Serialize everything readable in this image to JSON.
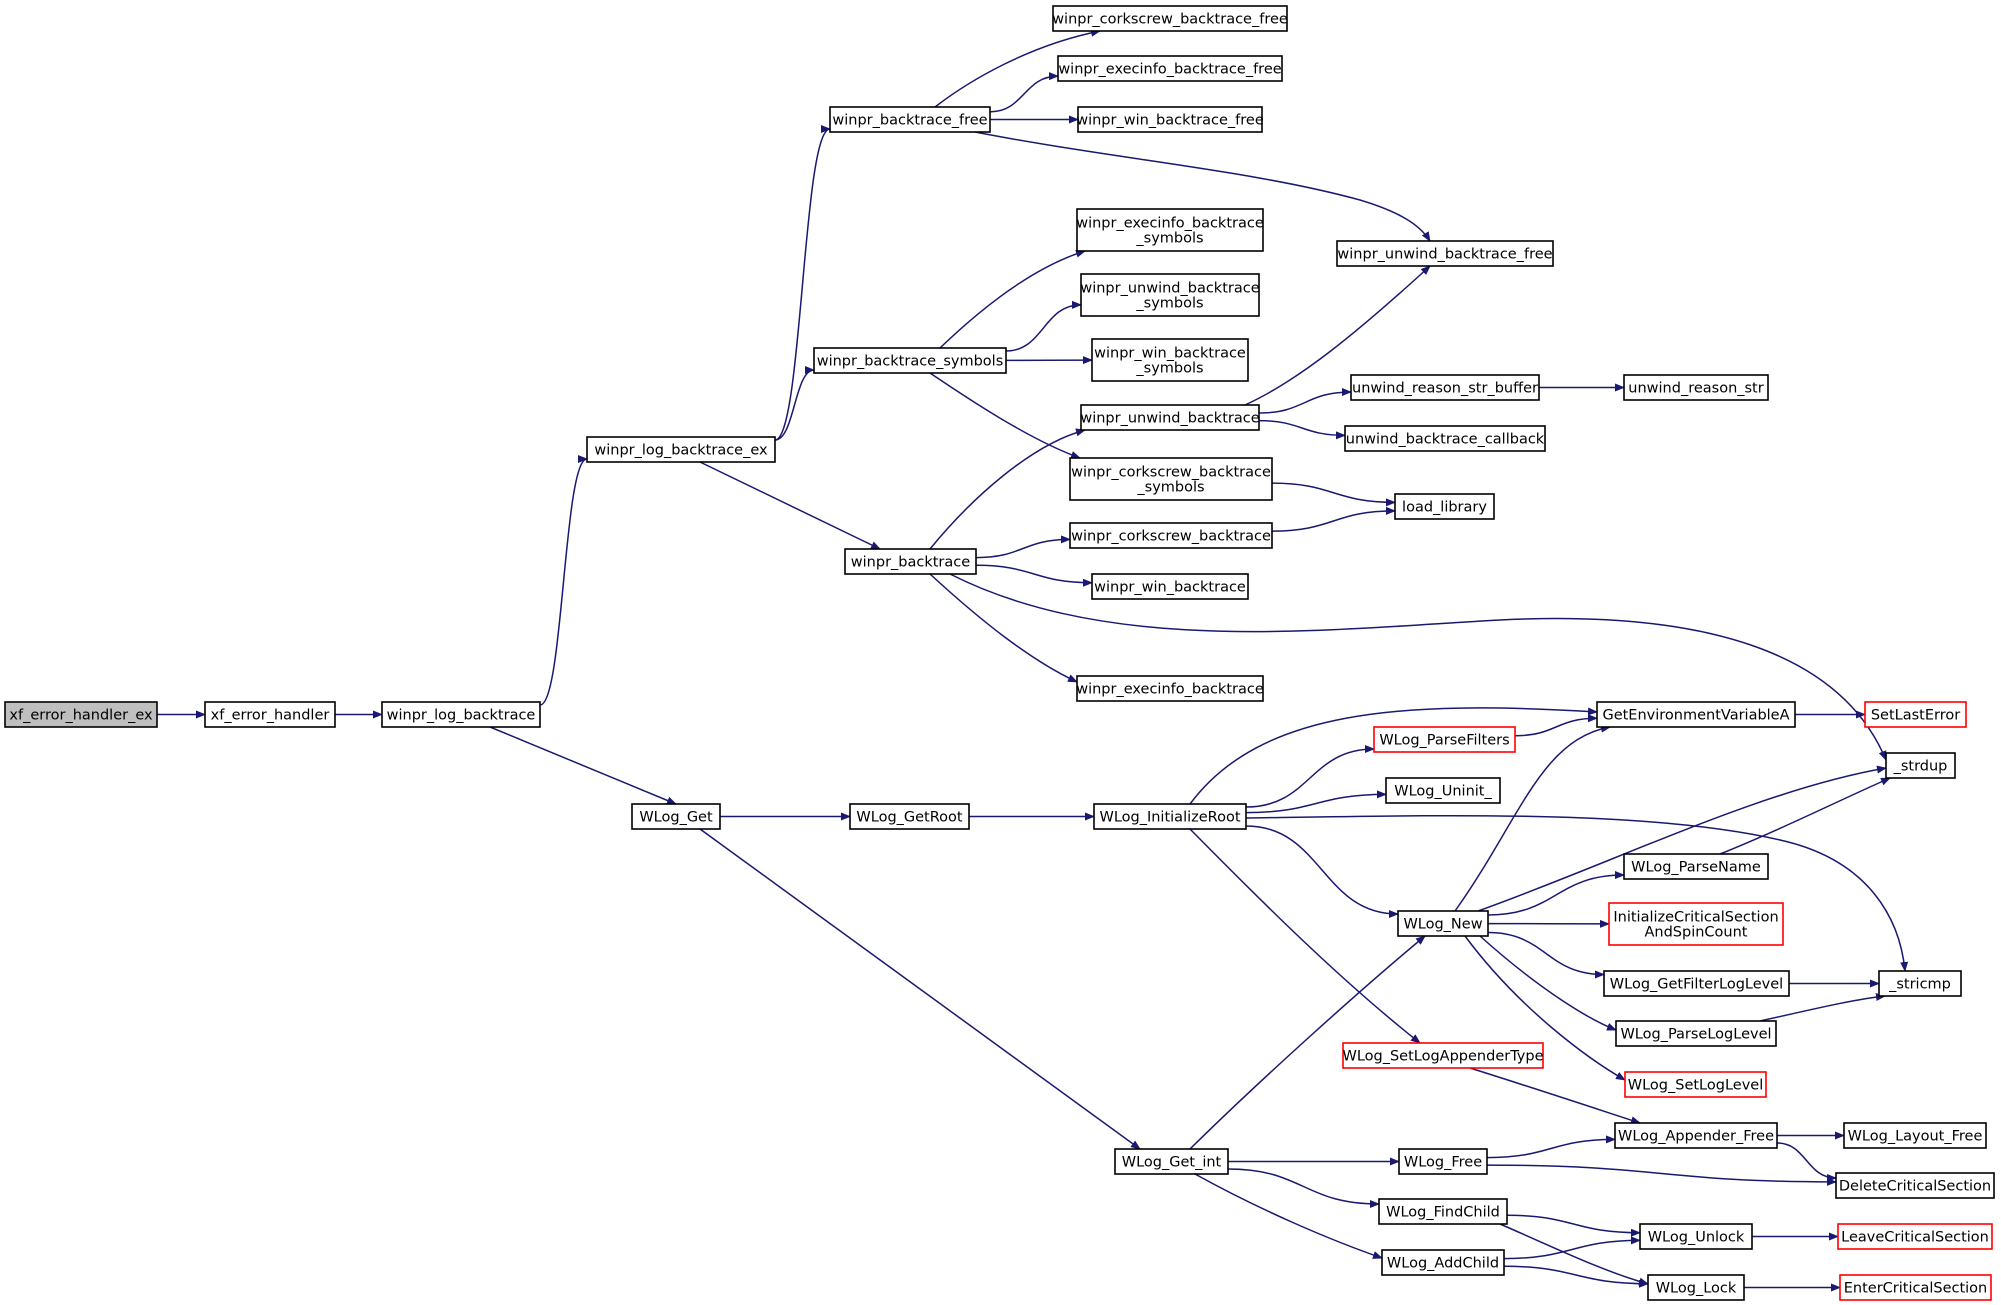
{
  "colors": {
    "edge": "#191970",
    "node_border": "#000000",
    "node_border_highlight": "#ff0000",
    "node_fill": "#ffffff",
    "root_fill": "#bfbfbf",
    "text": "#000000"
  },
  "nodes": {
    "xf_error_handler_ex": {
      "lines": [
        "xf_error_handler_ex"
      ],
      "style": "root"
    },
    "xf_error_handler": {
      "lines": [
        "xf_error_handler"
      ],
      "style": "normal"
    },
    "winpr_log_backtrace": {
      "lines": [
        "winpr_log_backtrace"
      ],
      "style": "normal"
    },
    "winpr_log_backtrace_ex": {
      "lines": [
        "winpr_log_backtrace_ex"
      ],
      "style": "normal"
    },
    "WLog_Get": {
      "lines": [
        "WLog_Get"
      ],
      "style": "normal"
    },
    "winpr_backtrace_free": {
      "lines": [
        "winpr_backtrace_free"
      ],
      "style": "normal"
    },
    "winpr_backtrace_symbols": {
      "lines": [
        "winpr_backtrace_symbols"
      ],
      "style": "normal"
    },
    "winpr_backtrace": {
      "lines": [
        "winpr_backtrace"
      ],
      "style": "normal"
    },
    "winpr_corkscrew_backtrace_free": {
      "lines": [
        "winpr_corkscrew_backtrace_free"
      ],
      "style": "normal"
    },
    "winpr_execinfo_backtrace_free": {
      "lines": [
        "winpr_execinfo_backtrace_free"
      ],
      "style": "normal"
    },
    "winpr_win_backtrace_free": {
      "lines": [
        "winpr_win_backtrace_free"
      ],
      "style": "normal"
    },
    "winpr_unwind_backtrace_free": {
      "lines": [
        "winpr_unwind_backtrace_free"
      ],
      "style": "normal"
    },
    "winpr_execinfo_backtrace_symbols": {
      "lines": [
        "winpr_execinfo_backtrace",
        "_symbols"
      ],
      "style": "normal"
    },
    "winpr_unwind_backtrace_symbols": {
      "lines": [
        "winpr_unwind_backtrace",
        "_symbols"
      ],
      "style": "normal"
    },
    "winpr_win_backtrace_symbols": {
      "lines": [
        "winpr_win_backtrace",
        "_symbols"
      ],
      "style": "normal"
    },
    "winpr_corkscrew_backtrace_symbols": {
      "lines": [
        "winpr_corkscrew_backtrace",
        "_symbols"
      ],
      "style": "normal"
    },
    "winpr_unwind_backtrace": {
      "lines": [
        "winpr_unwind_backtrace"
      ],
      "style": "normal"
    },
    "winpr_corkscrew_backtrace": {
      "lines": [
        "winpr_corkscrew_backtrace"
      ],
      "style": "normal"
    },
    "winpr_win_backtrace": {
      "lines": [
        "winpr_win_backtrace"
      ],
      "style": "normal"
    },
    "winpr_execinfo_backtrace": {
      "lines": [
        "winpr_execinfo_backtrace"
      ],
      "style": "normal"
    },
    "unwind_reason_str_buffer": {
      "lines": [
        "unwind_reason_str_buffer"
      ],
      "style": "normal"
    },
    "unwind_reason_str": {
      "lines": [
        "unwind_reason_str"
      ],
      "style": "normal"
    },
    "unwind_backtrace_callback": {
      "lines": [
        "unwind_backtrace_callback"
      ],
      "style": "normal"
    },
    "load_library": {
      "lines": [
        "load_library"
      ],
      "style": "normal"
    },
    "_strdup": {
      "lines": [
        "_strdup"
      ],
      "style": "normal"
    },
    "WLog_GetRoot": {
      "lines": [
        "WLog_GetRoot"
      ],
      "style": "normal"
    },
    "WLog_Get_int": {
      "lines": [
        "WLog_Get_int"
      ],
      "style": "normal"
    },
    "WLog_InitializeRoot": {
      "lines": [
        "WLog_InitializeRoot"
      ],
      "style": "normal"
    },
    "GetEnvironmentVariableA": {
      "lines": [
        "GetEnvironmentVariableA"
      ],
      "style": "normal"
    },
    "WLog_ParseFilters": {
      "lines": [
        "WLog_ParseFilters"
      ],
      "style": "highlight"
    },
    "WLog_Uninit_": {
      "lines": [
        "WLog_Uninit_"
      ],
      "style": "normal"
    },
    "WLog_New": {
      "lines": [
        "WLog_New"
      ],
      "style": "normal"
    },
    "WLog_SetLogAppenderType": {
      "lines": [
        "WLog_SetLogAppenderType"
      ],
      "style": "highlight"
    },
    "_stricmp": {
      "lines": [
        "_stricmp"
      ],
      "style": "normal"
    },
    "SetLastError": {
      "lines": [
        "SetLastError"
      ],
      "style": "highlight"
    },
    "WLog_ParseName": {
      "lines": [
        "WLog_ParseName"
      ],
      "style": "normal"
    },
    "InitializeCriticalSectionAndSpinCount": {
      "lines": [
        "InitializeCriticalSection",
        "AndSpinCount"
      ],
      "style": "highlight"
    },
    "WLog_GetFilterLogLevel": {
      "lines": [
        "WLog_GetFilterLogLevel"
      ],
      "style": "normal"
    },
    "WLog_ParseLogLevel": {
      "lines": [
        "WLog_ParseLogLevel"
      ],
      "style": "normal"
    },
    "WLog_SetLogLevel": {
      "lines": [
        "WLog_SetLogLevel"
      ],
      "style": "highlight"
    },
    "WLog_Free": {
      "lines": [
        "WLog_Free"
      ],
      "style": "normal"
    },
    "WLog_FindChild": {
      "lines": [
        "WLog_FindChild"
      ],
      "style": "normal"
    },
    "WLog_AddChild": {
      "lines": [
        "WLog_AddChild"
      ],
      "style": "normal"
    },
    "WLog_Appender_Free": {
      "lines": [
        "WLog_Appender_Free"
      ],
      "style": "normal"
    },
    "WLog_Layout_Free": {
      "lines": [
        "WLog_Layout_Free"
      ],
      "style": "normal"
    },
    "DeleteCriticalSection": {
      "lines": [
        "DeleteCriticalSection"
      ],
      "style": "normal"
    },
    "WLog_Unlock": {
      "lines": [
        "WLog_Unlock"
      ],
      "style": "normal"
    },
    "WLog_Lock": {
      "lines": [
        "WLog_Lock"
      ],
      "style": "normal"
    },
    "LeaveCriticalSection": {
      "lines": [
        "LeaveCriticalSection"
      ],
      "style": "highlight"
    },
    "EnterCriticalSection": {
      "lines": [
        "EnterCriticalSection"
      ],
      "style": "highlight"
    }
  },
  "edges": [
    [
      "xf_error_handler_ex",
      "xf_error_handler"
    ],
    [
      "xf_error_handler",
      "winpr_log_backtrace"
    ],
    [
      "winpr_log_backtrace",
      "winpr_log_backtrace_ex"
    ],
    [
      "winpr_log_backtrace",
      "WLog_Get"
    ],
    [
      "winpr_log_backtrace_ex",
      "winpr_backtrace_free"
    ],
    [
      "winpr_log_backtrace_ex",
      "winpr_backtrace_symbols"
    ],
    [
      "winpr_log_backtrace_ex",
      "winpr_backtrace"
    ],
    [
      "winpr_backtrace_free",
      "winpr_corkscrew_backtrace_free"
    ],
    [
      "winpr_backtrace_free",
      "winpr_execinfo_backtrace_free"
    ],
    [
      "winpr_backtrace_free",
      "winpr_win_backtrace_free"
    ],
    [
      "winpr_backtrace_free",
      "winpr_unwind_backtrace_free"
    ],
    [
      "winpr_backtrace_symbols",
      "winpr_execinfo_backtrace_symbols"
    ],
    [
      "winpr_backtrace_symbols",
      "winpr_unwind_backtrace_symbols"
    ],
    [
      "winpr_backtrace_symbols",
      "winpr_win_backtrace_symbols"
    ],
    [
      "winpr_backtrace_symbols",
      "winpr_corkscrew_backtrace_symbols"
    ],
    [
      "winpr_backtrace",
      "winpr_unwind_backtrace"
    ],
    [
      "winpr_backtrace",
      "winpr_corkscrew_backtrace"
    ],
    [
      "winpr_backtrace",
      "winpr_win_backtrace"
    ],
    [
      "winpr_backtrace",
      "winpr_execinfo_backtrace"
    ],
    [
      "winpr_backtrace",
      "_strdup"
    ],
    [
      "winpr_unwind_backtrace",
      "winpr_unwind_backtrace_free"
    ],
    [
      "winpr_unwind_backtrace",
      "unwind_reason_str_buffer"
    ],
    [
      "winpr_unwind_backtrace",
      "unwind_backtrace_callback"
    ],
    [
      "unwind_reason_str_buffer",
      "unwind_reason_str"
    ],
    [
      "winpr_corkscrew_backtrace_symbols",
      "load_library"
    ],
    [
      "winpr_corkscrew_backtrace",
      "load_library"
    ],
    [
      "WLog_Get",
      "WLog_GetRoot"
    ],
    [
      "WLog_Get",
      "WLog_Get_int"
    ],
    [
      "WLog_GetRoot",
      "WLog_InitializeRoot"
    ],
    [
      "WLog_InitializeRoot",
      "GetEnvironmentVariableA"
    ],
    [
      "WLog_InitializeRoot",
      "WLog_ParseFilters"
    ],
    [
      "WLog_InitializeRoot",
      "WLog_Uninit_"
    ],
    [
      "WLog_InitializeRoot",
      "WLog_New"
    ],
    [
      "WLog_InitializeRoot",
      "WLog_SetLogAppenderType"
    ],
    [
      "WLog_InitializeRoot",
      "_stricmp"
    ],
    [
      "WLog_ParseFilters",
      "GetEnvironmentVariableA"
    ],
    [
      "GetEnvironmentVariableA",
      "SetLastError"
    ],
    [
      "WLog_New",
      "GetEnvironmentVariableA"
    ],
    [
      "WLog_New",
      "_strdup"
    ],
    [
      "WLog_New",
      "WLog_ParseName"
    ],
    [
      "WLog_New",
      "InitializeCriticalSectionAndSpinCount"
    ],
    [
      "WLog_New",
      "WLog_GetFilterLogLevel"
    ],
    [
      "WLog_New",
      "WLog_ParseLogLevel"
    ],
    [
      "WLog_New",
      "WLog_SetLogLevel"
    ],
    [
      "WLog_ParseName",
      "_strdup"
    ],
    [
      "WLog_GetFilterLogLevel",
      "_stricmp"
    ],
    [
      "WLog_ParseLogLevel",
      "_stricmp"
    ],
    [
      "WLog_SetLogAppenderType",
      "WLog_Appender_Free"
    ],
    [
      "WLog_Get_int",
      "WLog_New"
    ],
    [
      "WLog_Get_int",
      "WLog_Free"
    ],
    [
      "WLog_Get_int",
      "WLog_FindChild"
    ],
    [
      "WLog_Get_int",
      "WLog_AddChild"
    ],
    [
      "WLog_Free",
      "WLog_Appender_Free"
    ],
    [
      "WLog_Free",
      "DeleteCriticalSection"
    ],
    [
      "WLog_Appender_Free",
      "WLog_Layout_Free"
    ],
    [
      "WLog_Appender_Free",
      "DeleteCriticalSection"
    ],
    [
      "WLog_FindChild",
      "WLog_Unlock"
    ],
    [
      "WLog_FindChild",
      "WLog_Lock"
    ],
    [
      "WLog_AddChild",
      "WLog_Unlock"
    ],
    [
      "WLog_AddChild",
      "WLog_Lock"
    ],
    [
      "WLog_Unlock",
      "LeaveCriticalSection"
    ],
    [
      "WLog_Lock",
      "EnterCriticalSection"
    ]
  ]
}
